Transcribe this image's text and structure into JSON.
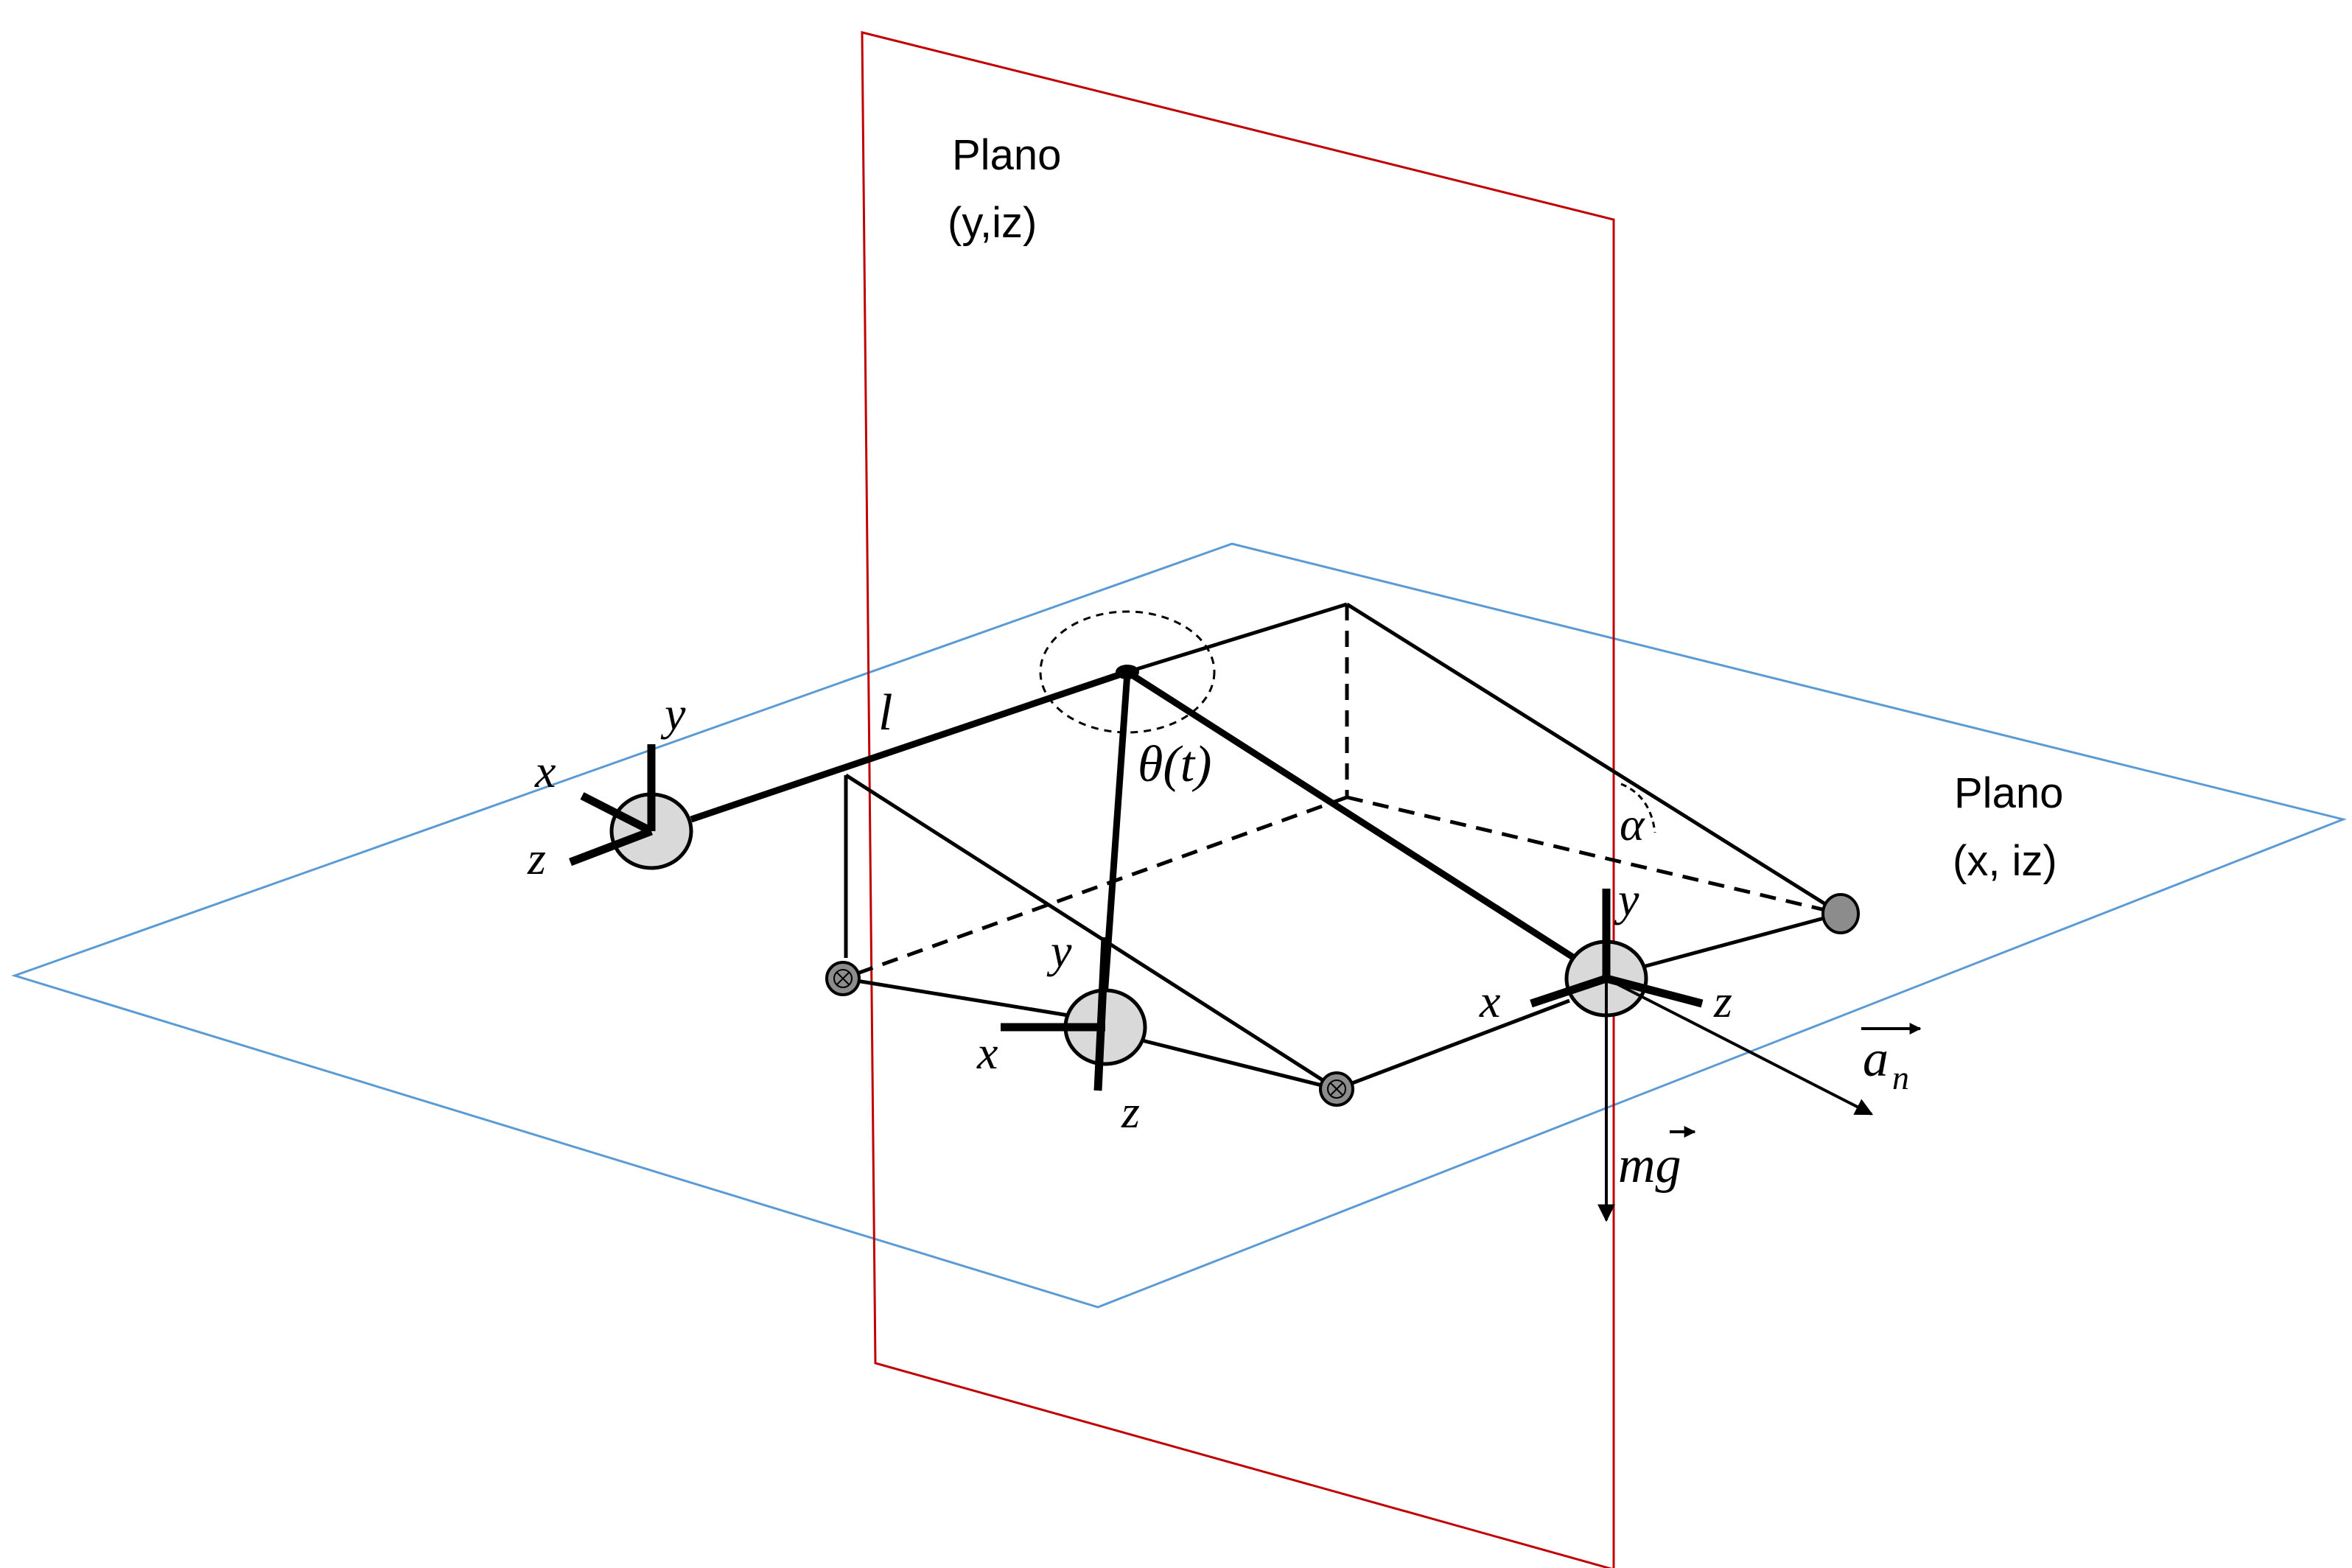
{
  "planes": {
    "vertical": {
      "label_line1": "Plano",
      "label_line2": "(y,iz)",
      "color": "#c00000"
    },
    "horizontal": {
      "label_line1": "Plano",
      "label_line2": "(x, iz)",
      "color": "#5b9bd5"
    }
  },
  "labels": {
    "length": "l",
    "angle_theta": "θ(t)",
    "angle_alpha": "α",
    "normal_accel": "a",
    "normal_accel_sub": "n",
    "weight": "mg"
  },
  "frames": {
    "left": {
      "x": "x",
      "y": "y",
      "z": "z"
    },
    "middle": {
      "x": "x",
      "y": "y",
      "z": "z"
    },
    "right": {
      "x": "x",
      "y": "y",
      "z": "z"
    }
  },
  "colors": {
    "ink": "#000000",
    "mass_fill": "#d9d9d9",
    "pin_fill": "#8c8c8c"
  }
}
